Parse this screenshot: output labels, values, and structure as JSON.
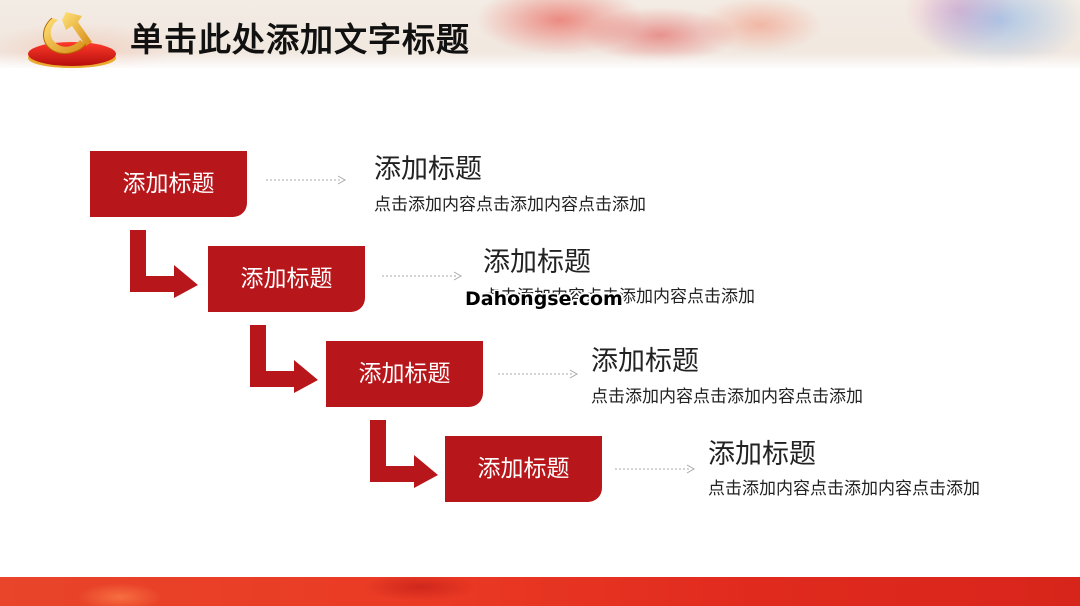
{
  "header": {
    "title": "单击此处添加文字标题",
    "logo_icon": "party-emblem-icon"
  },
  "steps": [
    {
      "box_label": "添加标题",
      "heading": "添加标题",
      "description": "点击添加内容点击添加内容点击添加"
    },
    {
      "box_label": "添加标题",
      "heading": "添加标题",
      "description": "点击添加内容点击添加内容点击添加"
    },
    {
      "box_label": "添加标题",
      "heading": "添加标题",
      "description": "点击添加内容点击添加内容点击添加"
    },
    {
      "box_label": "添加标题",
      "heading": "添加标题",
      "description": "点击添加内容点击添加内容点击添加"
    }
  ],
  "watermark": "Dahongse.com",
  "colors": {
    "accent": "#b7161b",
    "bottom_bar": "#e3331f",
    "text": "#222222"
  }
}
